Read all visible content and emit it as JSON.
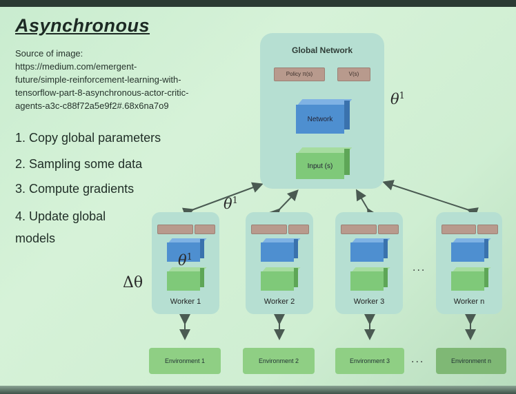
{
  "title": "Asynchronous",
  "source_lines": [
    "Source of image:",
    "https://medium.com/emergent-",
    "future/simple-reinforcement-learning-with-",
    "tensorflow-part-8-asynchronous-actor-critic-",
    "agents-a3c-c88f72a5e9f2#.68x6na7o9"
  ],
  "steps": [
    "1. Copy global parameters",
    "2. Sampling some data",
    "3. Compute gradients",
    "4. Update global",
    "models"
  ],
  "global_network": {
    "title": "Global Network",
    "policy_label": "Policy π(s)",
    "value_label": "V(s)",
    "network_label": "Network",
    "input_label": "Input (s)"
  },
  "theta_label": "θ",
  "theta_sup": "1",
  "delta_theta": "Δθ",
  "ellipsis": "...",
  "workers": [
    "Worker 1",
    "Worker 2",
    "Worker 3",
    "Worker n"
  ],
  "environments": [
    "Environment 1",
    "Environment 2",
    "Environment 3",
    "Environment n"
  ],
  "colors": {
    "panel": "#b6dfd2",
    "bar": "#b89a8d",
    "network_cube": "#4e8fd0",
    "input_cube": "#7fc979",
    "environment": "#8fcf84"
  }
}
